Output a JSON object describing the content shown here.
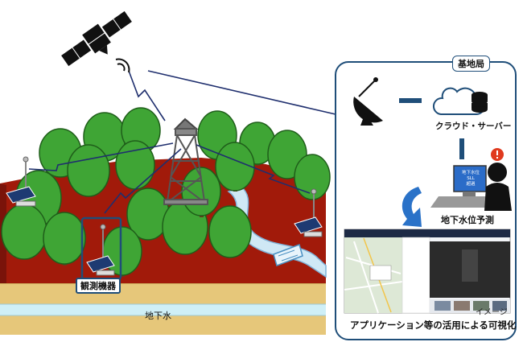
{
  "base_station": {
    "title": "基地局",
    "cloud_server_label": "クラウド・サーバー",
    "groundwater_forecast_label": "地下水位予測",
    "image_note": "イメージ",
    "app_visualization_caption": "アプリケーション等の活用による可視化",
    "monitor_screen_text": [
      "地下水位",
      "SLL",
      "超過"
    ]
  },
  "field": {
    "groundwater_label": "地下水",
    "observation_equipment_label": "観測機器"
  },
  "colors": {
    "soil_red": "#a11a0a",
    "tree_green": "#3fa535",
    "tree_outline": "#1f5e1a",
    "groundwater_blue": "#cfeff7",
    "ground_tan": "#e6c77a",
    "frame_blue": "#1f4e79",
    "alert_red": "#e03a1e"
  },
  "icons": [
    "satellite-icon",
    "antenna-icon",
    "cloud-icon",
    "database-icon",
    "tower-icon",
    "alert-icon",
    "person-icon",
    "monitor-icon"
  ]
}
